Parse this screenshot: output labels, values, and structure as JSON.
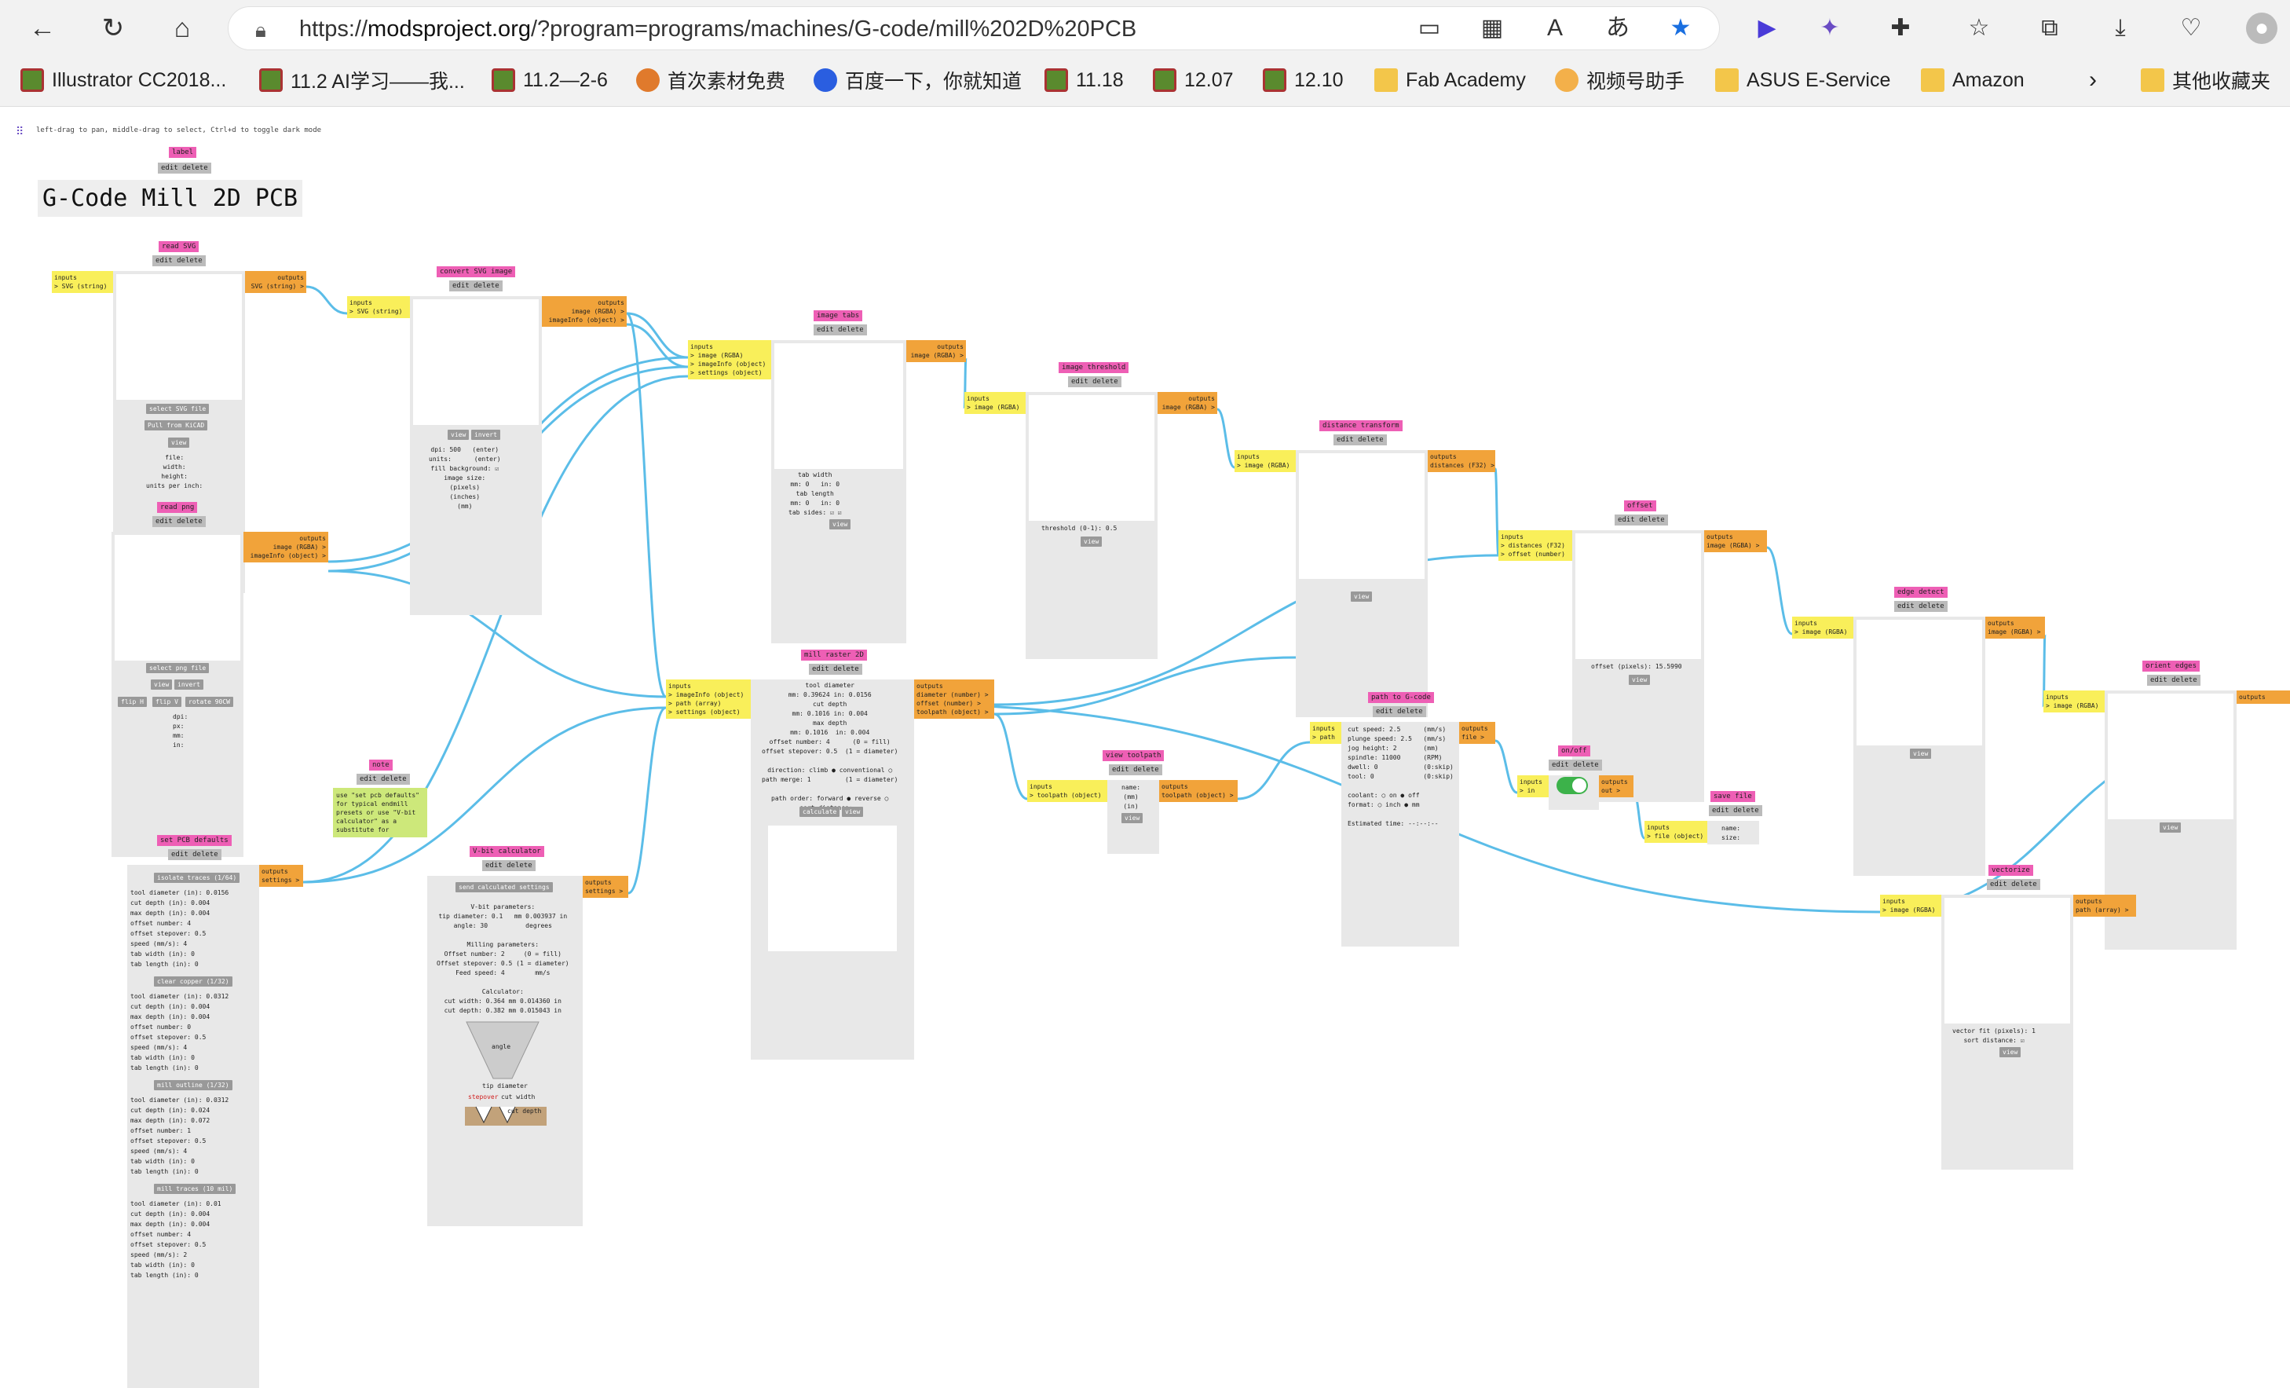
{
  "browser": {
    "url_host": "modsproject.org",
    "url_prefix": "https://",
    "url_path": "/?program=programs/machines/G-code/mill%202D%20PCB",
    "bookmarks": [
      "Illustrator CC2018...",
      "11.2  AI学习——我...",
      "11.2—2-6",
      "首次素材免费",
      "百度一下，你就知道",
      "11.18",
      "12.07",
      "12.10",
      "Fab Academy",
      "视频号助手",
      "ASUS E-Service",
      "Amazon",
      "其他收藏夹"
    ]
  },
  "hint": "left-drag to pan, middle-drag to select, Ctrl+d to toggle dark mode",
  "program_title": "G-Code Mill 2D PCB",
  "common": {
    "edit": "edit",
    "delete": "delete",
    "inputs": "inputs",
    "outputs": "outputs",
    "view": "view"
  },
  "label_mod": {
    "title": "label"
  },
  "read_svg": {
    "title": "read SVG",
    "in": "> SVG (string)",
    "out": "SVG (string) >",
    "btn1": "select SVG file",
    "btn2": "Pull from KiCAD",
    "btn3": "view",
    "info": "file:\nwidth:\nheight:\nunits per inch:"
  },
  "convert_svg": {
    "title": "convert SVG image",
    "in": "> SVG (string)",
    "out1": "image (RGBA) >",
    "out2": "imageInfo (object) >",
    "btn1": "view",
    "btn2": "invert",
    "info": "dpi: 500   (enter)\nunits:      (enter)\nfill background: ☑\nimage size:\n(pixels)\n(inches)\n(mm)"
  },
  "read_png": {
    "title": "read png",
    "out1": "image (RGBA) >",
    "out2": "imageInfo (object) >",
    "btn1": "select png file",
    "btn2": "view",
    "btn3": "invert",
    "btn4": "flip H",
    "btn5": "flip V",
    "btn6": "rotate 90CW",
    "info": "dpi:\npx:\nmm:\nin:"
  },
  "image_tabs": {
    "title": "image tabs",
    "in1": "> image (RGBA)",
    "in2": "> imageInfo (object)",
    "in3": "> settings (object)",
    "out": "image (RGBA) >",
    "info": "tab width\nmm: 0   in: 0\ntab length\nmm: 0   in: 0\ntab sides: ☑ ☑",
    "btn": "view"
  },
  "image_threshold": {
    "title": "image threshold",
    "in": "> image (RGBA)",
    "out": "image (RGBA) >",
    "info": "threshold (0-1): 0.5",
    "btn": "view"
  },
  "distance_transform": {
    "title": "distance transform",
    "in": "> image (RGBA)",
    "out": "distances (F32) >",
    "btn": "view"
  },
  "offset": {
    "title": "offset",
    "in1": "> distances (F32)",
    "in2": "> offset (number)",
    "out": "image (RGBA) >",
    "info": "offset (pixels): 15.5990",
    "btn": "view"
  },
  "edge_detect": {
    "title": "edge detect",
    "in": "> image (RGBA)",
    "out": "image (RGBA) >",
    "btn": "view"
  },
  "orient_edges": {
    "title": "orient edges",
    "in": "> image (RGBA)",
    "out": "outputs",
    "btn": "view"
  },
  "vectorize": {
    "title": "vectorize",
    "in": "> image (RGBA)",
    "out": "path (array) >",
    "info": "vector fit (pixels): 1\nsort distance: ☑",
    "btn": "view"
  },
  "mill_raster": {
    "title": "mill raster 2D",
    "in1": "> imageInfo (object)",
    "in2": "> path (array)",
    "in3": "> settings (object)",
    "out1": "diameter (number) >",
    "out2": "offset (number) >",
    "out3": "toolpath (object) >",
    "info": "tool diameter\nmm: 0.39624 in: 0.0156\ncut depth\nmm: 0.1016 in: 0.004\nmax depth\nmm: 0.1016  in: 0.004\noffset number: 4      (0 = fill)\noffset stepover: 0.5  (1 = diameter)\n\ndirection: climb ● conventional ○\npath merge: 1         (1 = diameter)\n\npath order: forward ● reverse ○\nsort distance: ☑",
    "btn1": "calculate",
    "btn2": "view"
  },
  "view_toolpath": {
    "title": "view toolpath",
    "in": "> toolpath (object)",
    "out": "toolpath (object) >",
    "info": "name:\n(mm)\n(in)",
    "btn": "view"
  },
  "path_gcode": {
    "title": "path to G-code",
    "in": "> path",
    "out": "file >",
    "info": "cut speed: 2.5      (mm/s)\nplunge speed: 2.5   (mm/s)\njog height: 2       (mm)\nspindle: 11000      (RPM)\ndwell: 0            (0:skip)\ntool: 0             (0:skip)\n\ncoolant: ○ on ● off\nformat: ○ inch ● mm\n\nEstimated time: --:--:--"
  },
  "onoff": {
    "title": "on/off",
    "in": "> in",
    "out": "out >"
  },
  "save_file": {
    "title": "save file",
    "in": "> file (object)",
    "info": "name:\nsize:"
  },
  "note": {
    "title": "note",
    "text": "use \"set pcb defaults\"\nfor typical endmill\npresets or use \"V-bit\ncalculator\" as a\nsubstitute for"
  },
  "set_pcb": {
    "title": "set PCB defaults",
    "out": "settings >",
    "groups": [
      {
        "btn": "isolate traces (1/64)",
        "rows": [
          "tool diameter (in): 0.0156",
          "cut depth (in): 0.004",
          "max depth (in): 0.004",
          "offset number: 4",
          "offset stepover: 0.5",
          "speed (mm/s): 4",
          "tab width (in): 0",
          "tab length (in): 0"
        ]
      },
      {
        "btn": "clear copper (1/32)",
        "rows": [
          "tool diameter (in): 0.0312",
          "cut depth (in): 0.004",
          "max depth (in): 0.004",
          "offset number: 0",
          "offset stepover: 0.5",
          "speed (mm/s): 4",
          "tab width (in): 0",
          "tab length (in): 0"
        ]
      },
      {
        "btn": "mill outline (1/32)",
        "rows": [
          "tool diameter (in): 0.0312",
          "cut depth (in): 0.024",
          "max depth (in): 0.072",
          "offset number: 1",
          "offset stepover: 0.5",
          "speed (mm/s): 4",
          "tab width (in): 0",
          "tab length (in): 0"
        ]
      },
      {
        "btn": "mill traces (10 mil)",
        "rows": [
          "tool diameter (in): 0.01",
          "cut depth (in): 0.004",
          "max depth (in): 0.004",
          "offset number: 4",
          "offset stepover: 0.5",
          "speed (mm/s): 2",
          "tab width (in): 0",
          "tab length (in): 0"
        ]
      }
    ]
  },
  "vbit": {
    "title": "V-bit calculator",
    "out": "settings >",
    "btn": "send calculated settings",
    "info": "V-bit parameters:\ntip diameter: 0.1   mm 0.003937 in\nangle: 30          degrees\n\nMilling parameters:\nOffset number: 2     (0 = fill)\nOffset stepover: 0.5 (1 = diameter)\nFeed speed: 4        mm/s\n\nCalculator:\ncut width: 0.364 mm 0.014360 in\ncut depth: 0.382 mm 0.015043 in",
    "angle": "angle",
    "tip": "tip diameter",
    "stepover": "stepover",
    "cutwidth": "cut width",
    "cutdepth": "cut depth"
  }
}
